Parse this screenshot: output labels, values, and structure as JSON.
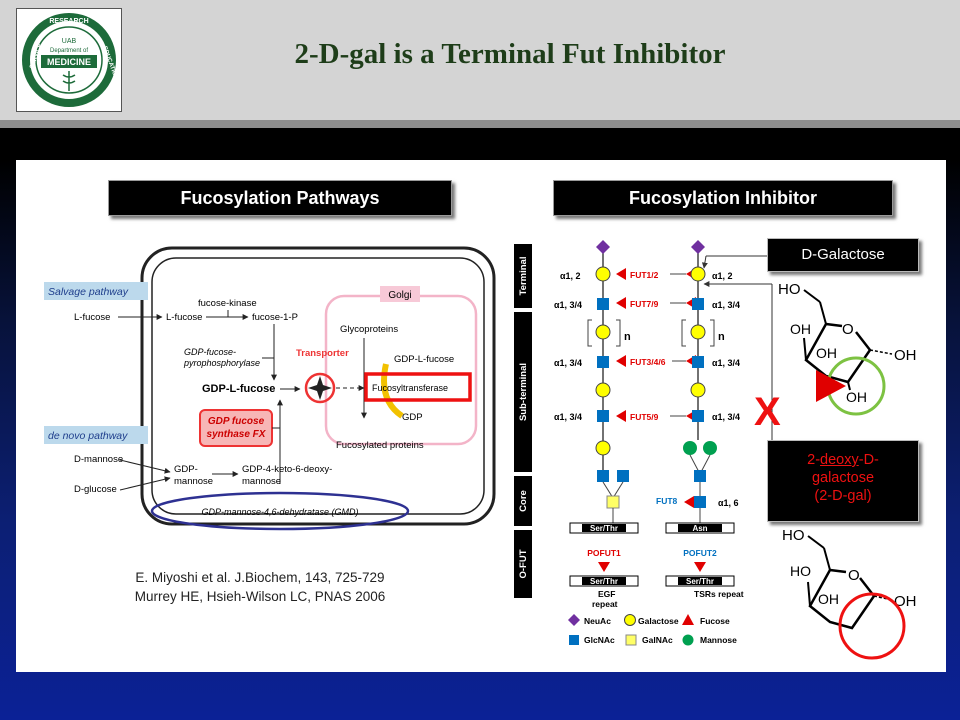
{
  "slide_title": "2-D-gal is a Terminal Fut Inhibitor",
  "logo": {
    "top_text": "RESEARCH",
    "line1": "UAB",
    "line2": "Department of",
    "line3": "MEDICINE",
    "left_text": "SERVICE",
    "right_text": "EDUCATION"
  },
  "pathways": {
    "header": "Fucosylation Pathways",
    "salvage": "Salvage pathway",
    "denovo": "de novo pathway",
    "golgi": "Golgi",
    "l_fucose_in": "L-fucose",
    "l_fucose": "L-fucose",
    "fucose_kinase": "fucose-kinase",
    "fucose_1p": "fucose-1-P",
    "gdp_pyro": "GDP-fucose-",
    "gdp_pyro2": "pyrophosphorylase",
    "gdp_l_fucose": "GDP-L-fucose",
    "gdp_synthase": "GDP fucose",
    "gdp_synthase2": "synthase FX",
    "transporter": "Transporter",
    "glycoproteins": "Glycoproteins",
    "gdp_l_fucose_golgi": "GDP-L-fucose",
    "fucosyltransferase": "Fucosyltransferase",
    "gdp": "GDP",
    "fucosylated": "Fucosylated proteins",
    "d_mannose": "D-mannose",
    "d_glucose": "D-glucose",
    "gdp_mannose": "GDP-",
    "gdp_mannose2": "mannose",
    "gdp_keto": "GDP-4-keto-6-deoxy-",
    "gdp_keto2": "mannose",
    "gmd": "GDP-mannose-4,6-dehydratase (GMD)"
  },
  "citation": {
    "line1": "E. Miyoshi et al. J.Biochem, 143, 725-729",
    "line2": "Murrey HE, Hsieh-Wilson LC, PNAS 2006"
  },
  "inhibitor": {
    "header": "Fucosylation Inhibitor",
    "regions": [
      "Terminal",
      "Sub-terminal",
      "Core",
      "O-FUT"
    ],
    "linkages": {
      "a12": "α1, 2",
      "a134": "α1, 3/4",
      "a16": "α1, 6"
    },
    "n": "n",
    "fut12": "FUT1/2",
    "fut79": "FUT7/9",
    "fut346": "FUT3/4/6",
    "fut59": "FUT5/9",
    "fut8": "FUT8",
    "ser_thr": "Ser/Thr",
    "asn": "Asn",
    "pofut1": "POFUT1",
    "pofut2": "POFUT2",
    "egf": "EGF",
    "egf2": "repeat",
    "tsrs": "TSRs repeat",
    "legend": {
      "neuac": "NeuAc",
      "galactose": "Galactose",
      "fucose": "Fucose",
      "glcnac": "GlcNAc",
      "galnac": "GalNAc",
      "mannose": "Mannose"
    },
    "d_galactose": "D-Galactose",
    "deoxy1a": "2-",
    "deoxy1b": "deoxy",
    "deoxy1c": "-D-",
    "deoxy2": "galactose",
    "deoxy3": "(2-D-gal)",
    "x_mark": "X",
    "chem": {
      "ho": "HO",
      "o": "O",
      "oh": "OH"
    }
  },
  "colors": {
    "header_bg": "#d4d4d4",
    "title": "#1e3d19",
    "neuac": "#7030a0",
    "galactose": "#ffff00",
    "fucose": "#e00000",
    "glcnac": "#0070c0",
    "galnac": "#ffff66",
    "mannose": "#00a050",
    "highlight_red": "#e11111",
    "gmd_ellipse": "#2e3192",
    "green_circle": "#7dc242"
  }
}
